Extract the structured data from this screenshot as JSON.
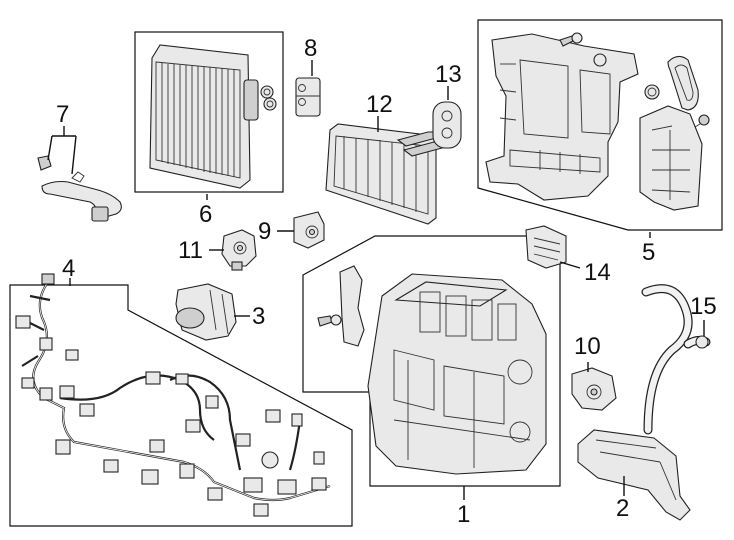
{
  "diagram": {
    "callouts": [
      {
        "id": "c1",
        "label": "1"
      },
      {
        "id": "c2",
        "label": "2"
      },
      {
        "id": "c3",
        "label": "3"
      },
      {
        "id": "c4",
        "label": "4"
      },
      {
        "id": "c5",
        "label": "5"
      },
      {
        "id": "c6",
        "label": "6"
      },
      {
        "id": "c7",
        "label": "7"
      },
      {
        "id": "c8",
        "label": "8"
      },
      {
        "id": "c9",
        "label": "9"
      },
      {
        "id": "c10",
        "label": "10"
      },
      {
        "id": "c11",
        "label": "11"
      },
      {
        "id": "c12",
        "label": "12"
      },
      {
        "id": "c13",
        "label": "13"
      },
      {
        "id": "c14",
        "label": "14"
      },
      {
        "id": "c15",
        "label": "15"
      }
    ]
  }
}
